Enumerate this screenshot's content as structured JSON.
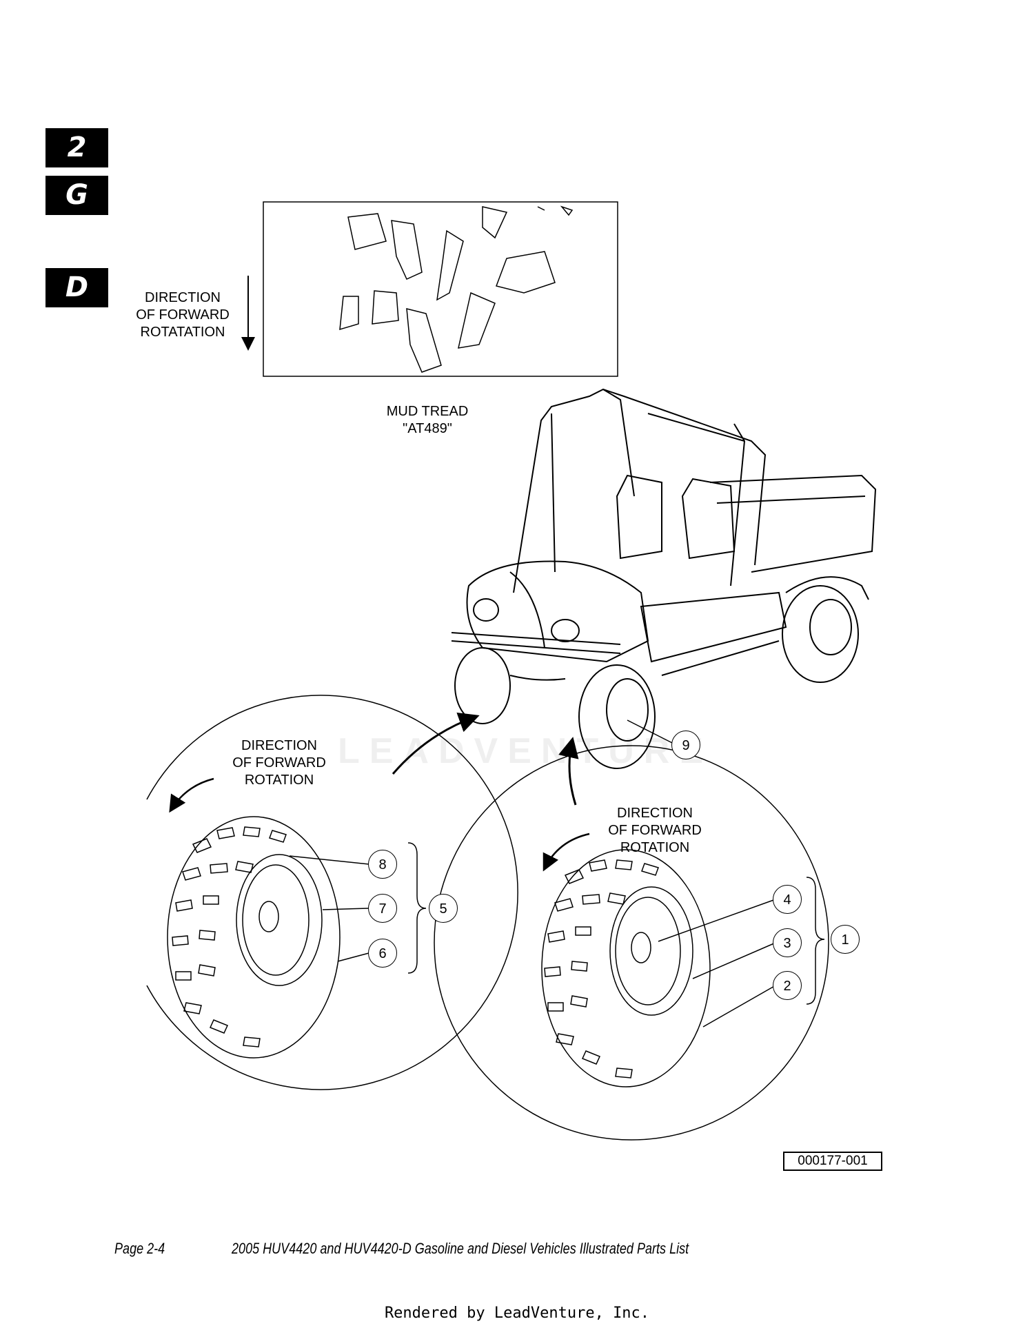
{
  "section_tabs": [
    "2",
    "G",
    "D"
  ],
  "tread_label": [
    "DIRECTION",
    "OF FORWARD",
    "ROTATATION"
  ],
  "mud_tread_label": [
    "MUD TREAD",
    "\"AT489\""
  ],
  "left_rotation_label": [
    "DIRECTION",
    "OF FORWARD",
    "ROTATION"
  ],
  "right_rotation_label": [
    "DIRECTION",
    "OF FORWARD",
    "ROTATION"
  ],
  "callouts": [
    "1",
    "2",
    "3",
    "4",
    "5",
    "6",
    "7",
    "8",
    "9"
  ],
  "watermark": "LEADVENTURE",
  "figure_number": "000177-001",
  "footer": {
    "page": "Page 2-4",
    "title": "2005 HUV4420 and HUV4420-D Gasoline and Diesel Vehicles Illustrated Parts List"
  },
  "rendered_by": "Rendered by LeadVenture, Inc."
}
